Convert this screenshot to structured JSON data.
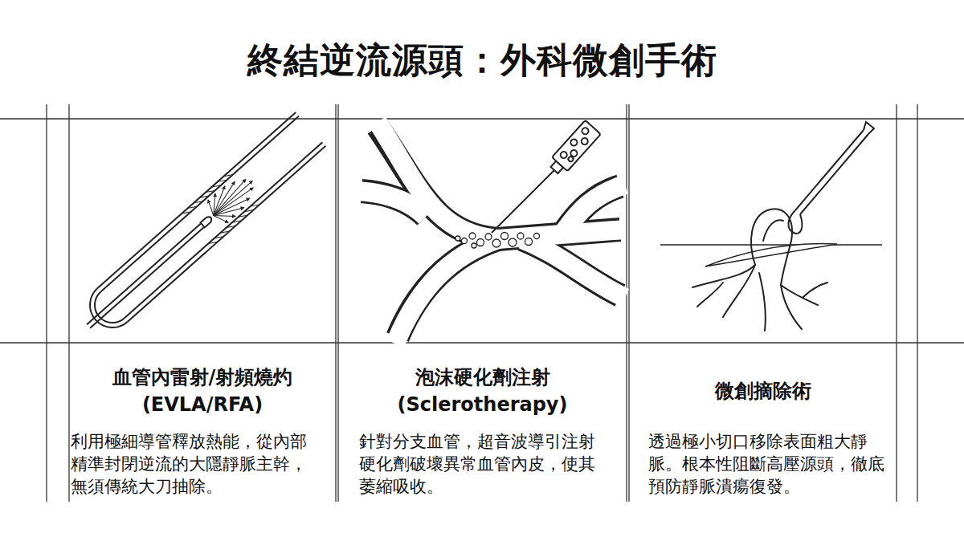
{
  "diagram": {
    "title": "終結逆流源頭：外科微創手術",
    "nodes": [
      {
        "text": [
          "血管內雷射/射頻燒灼 (EVLA/RFA)",
          "利用極細導管釋放熱能，從內部精準封閉逆流的大隱靜脈主幹，無須傳統大刀抽除。"
        ]
      },
      {
        "text": [
          "泡沫硬化劑注射 (Sclerotherapy)",
          "針對分支血管，超音波導引注射硬化劑破壞異常血管內皮，使其萎縮吸收。"
        ]
      },
      {
        "text": [
          "微創摘除術",
          "透過極小切口移除表面粗大靜脈。根本性阻斷高壓源頭，徹底預防靜脈潰瘍復發。"
        ]
      }
    ]
  }
}
